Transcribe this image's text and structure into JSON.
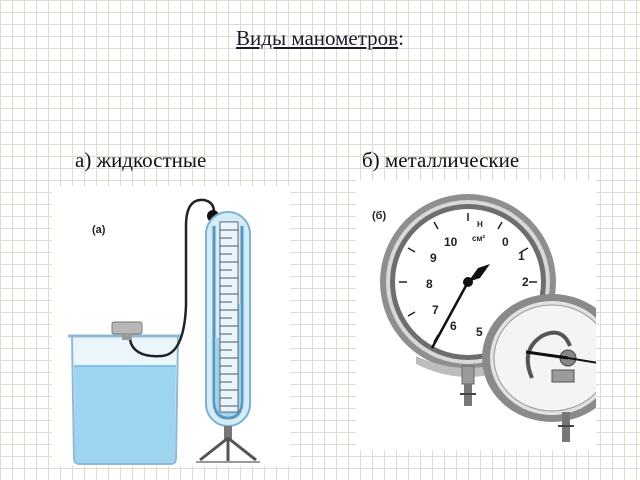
{
  "slide": {
    "title_main": "Виды манометров",
    "title_colon": ":",
    "subtitle_left": "а) жидкостные",
    "subtitle_right": "б) металлические"
  },
  "figures": {
    "liquid": {
      "label": "(а)",
      "icons": [
        "beaker-icon",
        "u-tube-manometer-icon",
        "tripod-stand-icon"
      ]
    },
    "metal": {
      "label": "(б)",
      "dial_unit_top": "Н",
      "dial_unit_bottom": "см²",
      "dial_numbers": [
        "10",
        "0",
        "1",
        "2",
        "9",
        "8",
        "7",
        "6",
        "5"
      ],
      "icons": [
        "pressure-gauge-icon",
        "gauge-mechanism-icon"
      ]
    }
  },
  "colors": {
    "grid": "#dcdccf",
    "water": "#9fd4f0",
    "glass": "#cfe9f7",
    "dial_rim": "#8f8f8f",
    "text": "#111111"
  }
}
